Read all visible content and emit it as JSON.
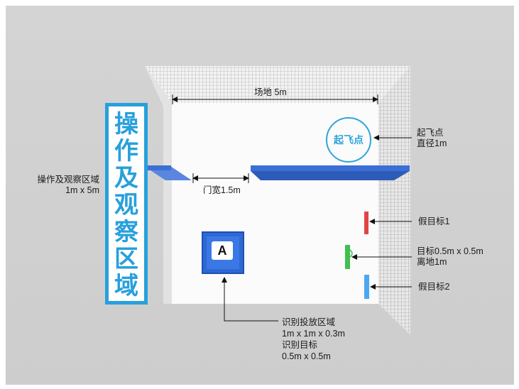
{
  "field_label": "场地 5m",
  "operation_zone": {
    "title_chars": [
      "操",
      "作",
      "及",
      "观",
      "察",
      "区",
      "域"
    ],
    "label_line1": "操作及观察区域",
    "label_line2": "1m x 5m"
  },
  "door_label": "门宽1.5m",
  "takeoff": {
    "circle_text": "起飞点",
    "label_line1": "起飞点",
    "label_line2": "直径1m"
  },
  "zone_a": {
    "letter": "A",
    "label_lines": [
      "识别投放区域",
      "1m x 1m x 0.3m",
      "识别目标",
      "0.5m x 0.5m"
    ]
  },
  "fake_target_1": "假目标1",
  "real_target": {
    "label_line1": "目标0.5m x 0.5m",
    "label_line2": "离地1m"
  },
  "fake_target_2": "假目标2",
  "colors": {
    "accent_blue": "#27a0dc",
    "wall_blue": "#3b6fd6",
    "fake_target_1": "#e04545",
    "real_target": "#3fbf4f",
    "fake_target_2": "#4aa8f0"
  }
}
